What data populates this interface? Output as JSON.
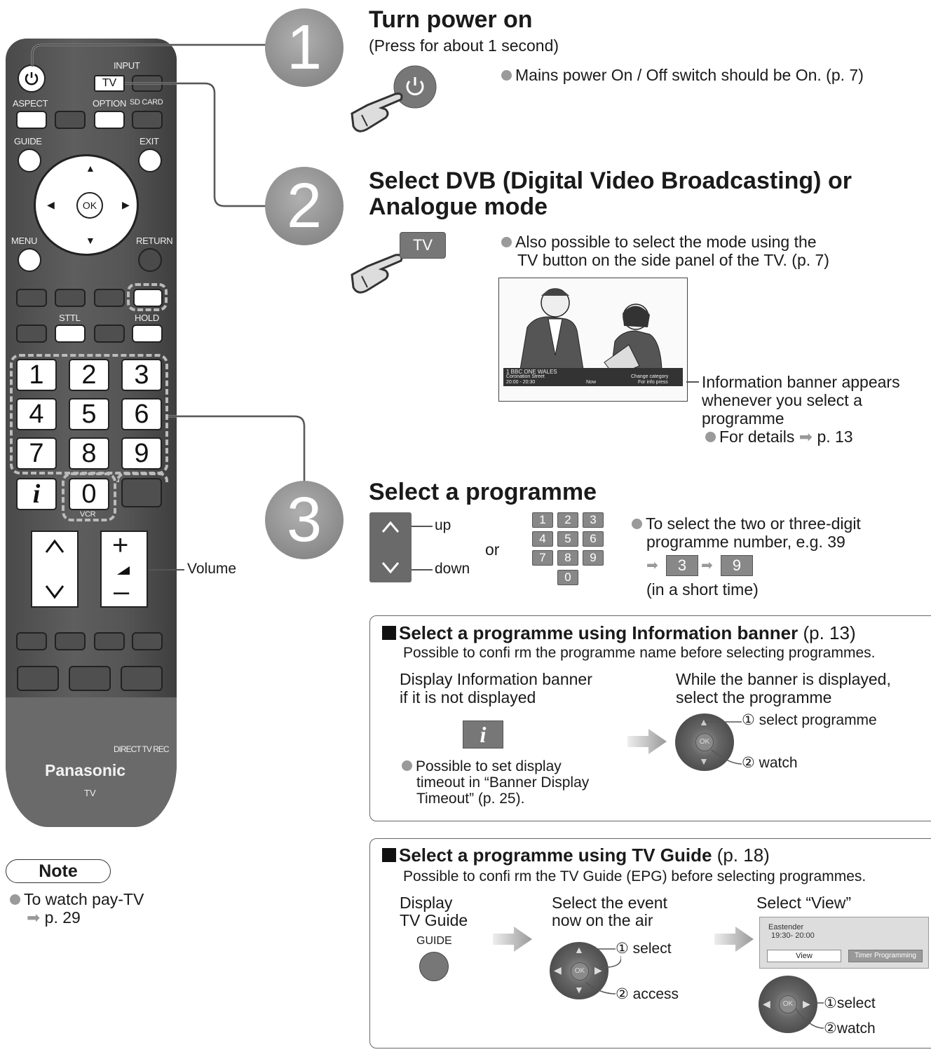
{
  "steps": [
    {
      "num": "1",
      "title": "Turn power on",
      "subtitle": "(Press for about 1 second)",
      "note": "Mains power On / Off switch should be On. (p. 7)"
    },
    {
      "num": "2",
      "title_line1": "Select DVB (Digital Video Broadcasting) or",
      "title_line2": "Analogue mode",
      "note_line1": "Also possible to select the mode using the",
      "note_line2": "TV button on the side panel of the TV. (p. 7)",
      "button": "TV",
      "banner_callout": [
        "Information banner appears",
        "whenever you select a",
        "programme"
      ],
      "details": "For details",
      "details_page": "p. 13",
      "banner_screen": {
        "channel": "1 BBC ONE WALES",
        "programme": "Coronation Street",
        "time": "20:00 - 20:30",
        "now": "Now",
        "change": "Change category",
        "info": "For info press"
      }
    },
    {
      "num": "3",
      "title": "Select a programme",
      "up": "up",
      "down": "down",
      "or": "or",
      "note_line1": "To select the two or three-digit",
      "note_line2": "programme number, e.g. 39",
      "digit_a": "3",
      "digit_b": "9",
      "short_time": "(in a short time)",
      "keypad": [
        "1",
        "2",
        "3",
        "4",
        "5",
        "6",
        "7",
        "8",
        "9",
        "0"
      ]
    }
  ],
  "volume_label": "Volume",
  "remote": {
    "input": "INPUT",
    "tv": "TV",
    "aspect": "ASPECT",
    "option": "OPTION",
    "sdcard": "SD CARD",
    "guide": "GUIDE",
    "exit": "EXIT",
    "ok": "OK",
    "menu": "MENU",
    "return": "RETURN",
    "sttl": "STTL",
    "hold": "HOLD",
    "digits": [
      "1",
      "2",
      "3",
      "4",
      "5",
      "6",
      "7",
      "8",
      "9"
    ],
    "zero": "0",
    "info": "i",
    "vcr": "VCR",
    "direct_tv_rec": "DIRECT TV REC",
    "brand": "Panasonic",
    "model": "TV"
  },
  "panel_info": {
    "title": "Select a programme using Information banner",
    "title_page": "(p. 13)",
    "subtitle": "Possible to confi rm the programme name before selecting programmes.",
    "left_line1": "Display Information banner",
    "left_line2": "if it is not displayed",
    "right_line1": "While the banner is displayed,",
    "right_line2": "select the programme",
    "select_label": "select programme",
    "watch_label": "watch",
    "num1": "①",
    "num2": "②",
    "info_btn": "i",
    "tip_line1": "Possible to set display",
    "tip_line2": "timeout in “Banner Display",
    "tip_line3": "Timeout” (p. 25)."
  },
  "panel_guide": {
    "title": "Select a programme using TV Guide",
    "title_page": "(p. 18)",
    "subtitle": "Possible to confi rm the TV Guide (EPG) before selecting programmes.",
    "col1_line1": "Display",
    "col1_line2": "TV Guide",
    "guide_btn": "GUIDE",
    "col2_line1": "Select the event",
    "col2_line2": "now on the air",
    "col3": "Select “View”",
    "select": "select",
    "access": "access",
    "watch": "watch",
    "num1": "①",
    "num2": "②",
    "epg_title": "Eastender",
    "epg_time": "19:30- 20:00",
    "epg_view": "View",
    "epg_timer": "Timer Programming"
  },
  "note": {
    "label": "Note",
    "line1": "To watch pay-TV",
    "line2": "p. 29"
  }
}
